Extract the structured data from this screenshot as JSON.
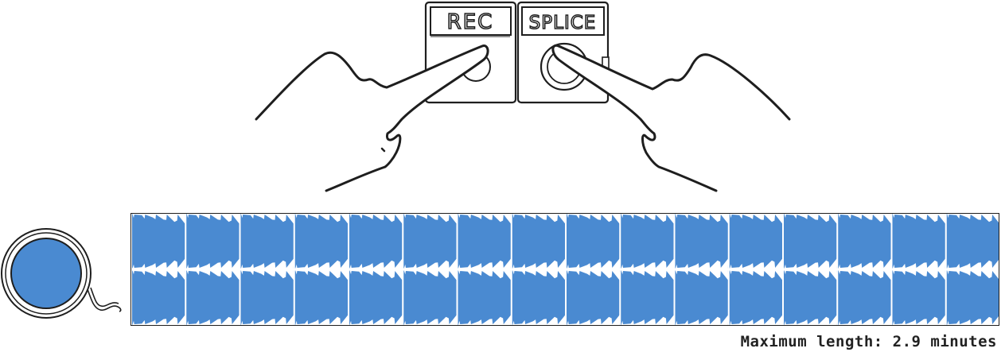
{
  "controls": {
    "rec_label": "REC",
    "splice_label": "SPLICE"
  },
  "tape": {
    "channel_count": 2,
    "segments": 16,
    "colors": {
      "waveform": "#4a8ad1",
      "background": "#ffffff",
      "outline": "#1e1e1e",
      "reel": "#4a8ad1"
    }
  },
  "caption": {
    "label": "Maximum length:",
    "value": "2.9 minutes"
  }
}
